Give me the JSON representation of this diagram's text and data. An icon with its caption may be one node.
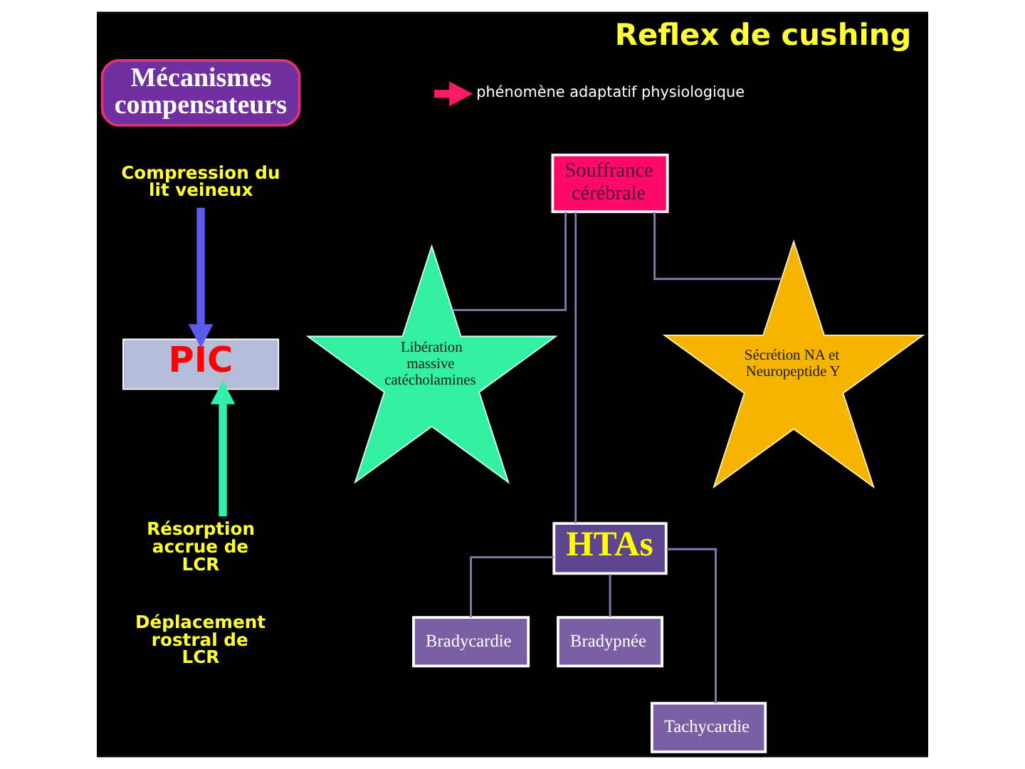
{
  "diagram": {
    "title": "Reflex de cushing",
    "nodes": [
      {
        "text": [
          "Mécanismes compensateurs"
        ]
      },
      {
        "text": [
          "phénomène adaptatif physiologique"
        ]
      },
      {
        "text": [
          "Compression du lit veineux"
        ]
      },
      {
        "text": [
          "PIC"
        ]
      },
      {
        "text": [
          "Résorption accrue de LCR"
        ]
      },
      {
        "text": [
          "Déplacement rostral de LCR"
        ]
      },
      {
        "text": [
          "Souffrance cérébrale"
        ]
      },
      {
        "text": [
          "Libération massive catécholamines"
        ]
      },
      {
        "text": [
          "Sécrétion NA et Neuropeptide Y"
        ]
      },
      {
        "text": [
          "HTAs"
        ]
      },
      {
        "text": [
          "Bradycardie"
        ]
      },
      {
        "text": [
          "Bradypnée"
        ]
      },
      {
        "text": [
          "Tachycardie"
        ]
      }
    ],
    "edges": [
      {
        "from": null,
        "to": 1,
        "arrow": "to",
        "style": "thick",
        "color": "#ff1a66"
      },
      {
        "from": 2,
        "to": 3,
        "arrow": "to",
        "style": "thick",
        "color": "#5b5bef"
      },
      {
        "from": 4,
        "to": 3,
        "arrow": "to",
        "style": "thick",
        "color": "#33f0a8"
      },
      {
        "from": 6,
        "to": 9,
        "arrow": "none"
      },
      {
        "from": 6,
        "to": 7,
        "arrow": "none"
      },
      {
        "from": 6,
        "to": 8,
        "arrow": "none"
      },
      {
        "from": 9,
        "to": 10,
        "arrow": "none"
      },
      {
        "from": 9,
        "to": 11,
        "arrow": "none"
      },
      {
        "from": 9,
        "to": 12,
        "arrow": "none"
      }
    ]
  }
}
